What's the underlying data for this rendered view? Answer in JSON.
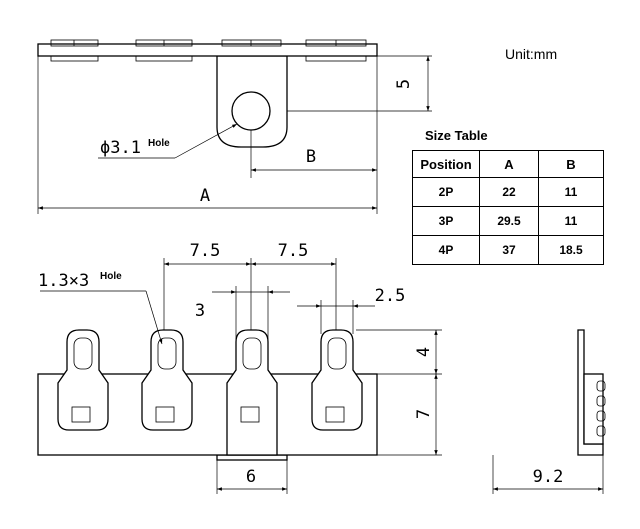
{
  "unit": "Unit:mm",
  "size_table": {
    "title": "Size Table",
    "headers": [
      "Position",
      "A",
      "B"
    ],
    "rows": [
      [
        "2P",
        "22",
        "11"
      ],
      [
        "3P",
        "29.5",
        "11"
      ],
      [
        "4P",
        "37",
        "18.5"
      ]
    ]
  },
  "dimensions": {
    "hole_dia": "ϕ3.1",
    "hole_word": "Hole",
    "tab_height": "5",
    "b_label": "B",
    "a_label": "A",
    "pitch_1": "7.5",
    "pitch_2": "7.5",
    "slot": "1.3×3",
    "slot_word": "Hole",
    "terminal_width": "3",
    "gap": "2.5",
    "upper_height": "4",
    "lower_height": "7",
    "foot_width": "6",
    "side_depth": "9.2"
  }
}
